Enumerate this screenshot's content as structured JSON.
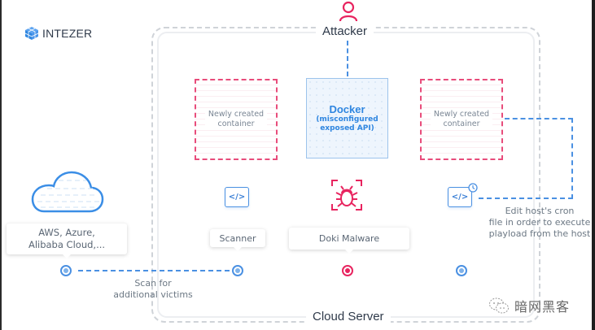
{
  "brand": {
    "logo_text": "INTEZER",
    "logo_icon": "cube-grid-icon"
  },
  "attacker": {
    "label": "Attacker",
    "icon": "user-icon"
  },
  "cloud_server": {
    "label": "Cloud Server"
  },
  "containers": {
    "left": {
      "label_line1": "Newly created",
      "label_line2": "container"
    },
    "right": {
      "label_line1": "Newly created",
      "label_line2": "container"
    }
  },
  "docker": {
    "title": "Docker",
    "subtitle_line1": "(misconfigured",
    "subtitle_line2": "exposed API)"
  },
  "cloud_providers": {
    "line1": "AWS, Azure,",
    "line2": "Alibaba Cloud,...",
    "icon": "cloud-icon"
  },
  "scanner": {
    "label": "Scanner",
    "icon_text": "</>"
  },
  "malware": {
    "label": "Doki Malware",
    "icon": "bug-icon"
  },
  "cron": {
    "icon_text": "</>",
    "note_line1": "Edit host's cron",
    "note_line2": "file in order to execute",
    "note_line3": "playload from the host"
  },
  "scan": {
    "note_line1": "Scan for",
    "note_line2": "additional victims"
  },
  "watermark": {
    "text": "暗网黑客"
  },
  "colors": {
    "accent_blue": "#4a90e2",
    "accent_pink": "#e8245f",
    "text_dark": "#2f3a4a"
  }
}
